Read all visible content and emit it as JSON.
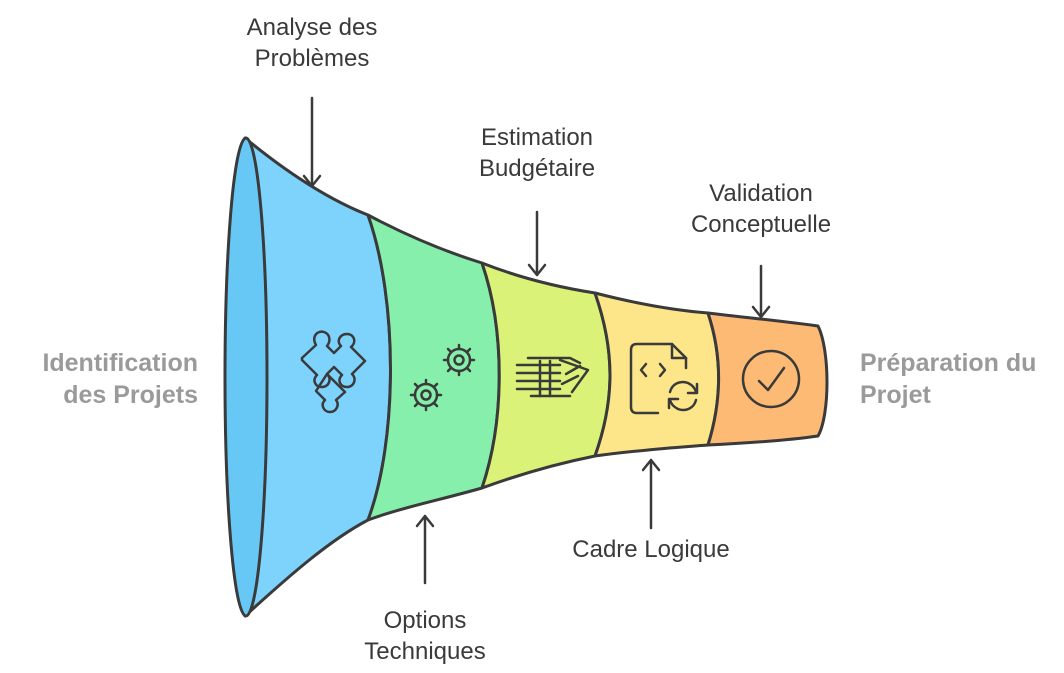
{
  "start_label": [
    "Identification",
    "des Projets"
  ],
  "end_label": [
    "Préparation du",
    "Projet"
  ],
  "stages": [
    {
      "label": [
        "Analyse des",
        "Problèmes"
      ],
      "icon": "puzzle-icon",
      "color": "#7dd3fc"
    },
    {
      "label": [
        "Options",
        "Techniques"
      ],
      "icon": "gears-icon",
      "color": "#86efac"
    },
    {
      "label": [
        "Estimation",
        "Budgétaire"
      ],
      "icon": "money-stack-icon",
      "color": "#d9f277"
    },
    {
      "label": [
        "Cadre Logique"
      ],
      "icon": "code-document-sync-icon",
      "color": "#fde68a"
    },
    {
      "label": [
        "Validation",
        "Conceptuelle"
      ],
      "icon": "check-circle-icon",
      "color": "#fdba74"
    }
  ],
  "colors": {
    "outline": "#3a3a3a",
    "mouth": "#67c8f5",
    "label_text": "#3a3a3a",
    "end_label_text": "#9a9a9a"
  }
}
